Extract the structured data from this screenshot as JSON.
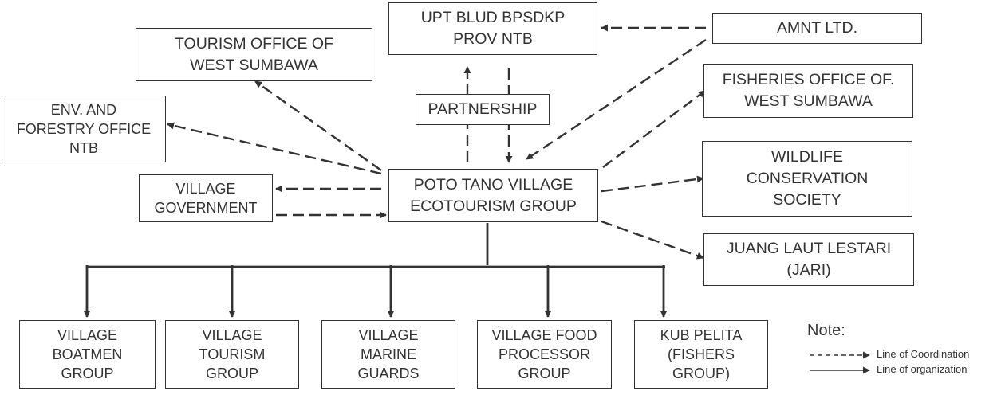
{
  "nodes": {
    "upt": "UPT BLUD BPSDKP\nPROV NTB",
    "amnt": "AMNT LTD.",
    "tourism_office": "TOURISM OFFICE OF\nWEST SUMBAWA",
    "fisheries_office": "FISHERIES OFFICE OF.\nWEST SUMBAWA",
    "env_forestry": "ENV. AND\nFORESTRY OFFICE\nNTB",
    "partnership": "PARTNERSHIP",
    "wcs": "WILDLIFE\nCONSERVATION\nSOCIETY",
    "village_government": "VILLAGE\nGOVERNMENT",
    "poto_tano": "POTO TANO VILLAGE\nECOTOURISM GROUP",
    "jari": "JUANG LAUT LESTARI\n(JARI)",
    "boatmen": "VILLAGE\nBOATMEN\nGROUP",
    "tourism_group": "VILLAGE\nTOURISM\nGROUP",
    "marine_guards": "VILLAGE\nMARINE\nGUARDS",
    "food_processor": "VILLAGE FOOD\nPROCESSOR\nGROUP",
    "kub_pelita": "KUB PELITA\n(FISHERS\nGROUP)"
  },
  "note": {
    "title": "Note:",
    "coordination": "Line of Coordination",
    "organization": "Line of organization"
  },
  "colors": {
    "line": "#333333",
    "text": "#333333",
    "background": "#ffffff"
  }
}
